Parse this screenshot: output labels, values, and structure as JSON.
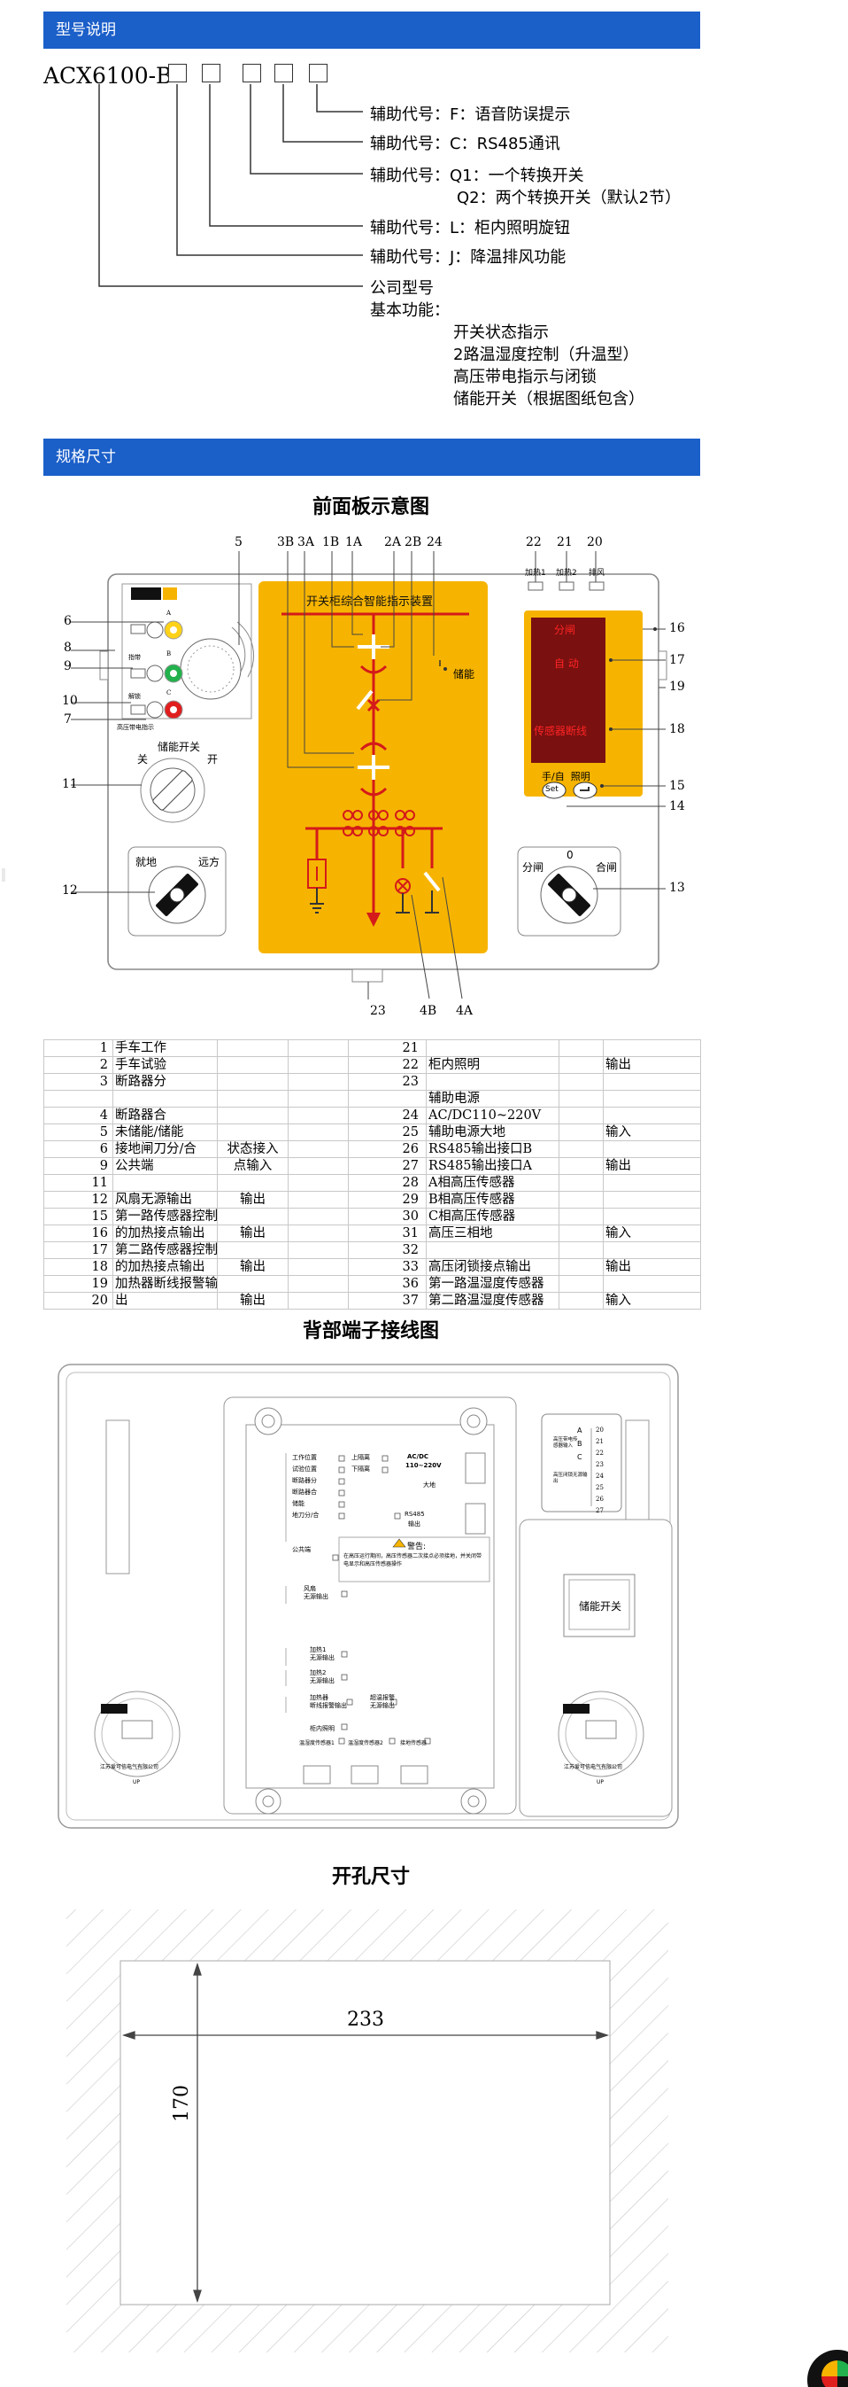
{
  "section1": {
    "title": "型号说明"
  },
  "model": {
    "prefix": "ACX6100-B",
    "lines": [
      {
        "text": "辅助代号：F：语音防误提示"
      },
      {
        "text": "辅助代号：C：RS485通讯"
      },
      {
        "text": "辅助代号：Q1：一个转换开关"
      },
      {
        "text": "Q2：两个转换开关（默认2节）"
      },
      {
        "text": "辅助代号：L：柜内照明旋钮"
      },
      {
        "text": "辅助代号：J：降温排风功能"
      },
      {
        "text": "公司型号"
      },
      {
        "text": "基本功能："
      },
      {
        "text": "开关状态指示"
      },
      {
        "text": "2路温湿度控制（升温型）"
      },
      {
        "text": "高压带电指示与闭锁"
      },
      {
        "text": "储能开关（根据图纸包含）"
      }
    ]
  },
  "section2": {
    "title": "规格尺寸"
  },
  "front": {
    "title": "前面板示意图",
    "callouts": {
      "c5": "5",
      "c3B": "3B",
      "c3A": "3A",
      "c1B": "1B",
      "c1A": "1A",
      "c2A": "2A",
      "c2B": "2B",
      "c24": "24",
      "c22": "22",
      "c21": "21",
      "c20": "20",
      "c6": "6",
      "c8": "8",
      "c9": "9",
      "c10": "10",
      "c7": "7",
      "c11": "11",
      "c12": "12",
      "c16": "16",
      "c17": "17",
      "c19": "19",
      "c18": "18",
      "c15": "15",
      "c14": "14",
      "c13": "13",
      "c23": "23",
      "c4B": "4B",
      "c4A": "4A"
    },
    "panel_title": "开关柜综合智能指示装置",
    "store_label": "储能",
    "heat1": "加热1",
    "heat2": "加热2",
    "fan": "排风",
    "disp_on": "分闸",
    "disp_local": "自 动",
    "disp_sensor": "传感器断线",
    "mode_label": "手/自  照明",
    "btn_set": "Set",
    "knob1_title": "储能开关",
    "knob1_left": "关",
    "knob1_right": "开",
    "knob2_left": "就地",
    "knob2_right": "远方",
    "knob3_left": "分闸",
    "knob3_mid": "0",
    "knob3_right": "合闸",
    "ind_a": "A",
    "ind_b": "B",
    "ind_c": "C",
    "ind_lbl1": "指带",
    "ind_lbl2": "解锁",
    "hv_lbl": "高压带电指示"
  },
  "terminals": {
    "rows": [
      [
        "1",
        "手车工作",
        "",
        "",
        "21",
        "",
        "",
        ""
      ],
      [
        "2",
        "手车试验",
        "",
        "",
        "22",
        "柜内照明",
        "",
        "输出"
      ],
      [
        "3",
        "断路器分",
        "",
        "",
        "23",
        "",
        "",
        ""
      ],
      [
        "",
        "",
        "",
        "",
        "",
        "辅助电源",
        "",
        ""
      ],
      [
        "4",
        "断路器合",
        "",
        "",
        "24",
        "AC/DC110~220V",
        "",
        ""
      ],
      [
        "5",
        "未储能/储能",
        "",
        "",
        "25",
        "辅助电源大地",
        "",
        "输入"
      ],
      [
        "6",
        "接地闸刀分/合",
        "状态接入",
        "",
        "26",
        "RS485输出接口B",
        "",
        ""
      ],
      [
        "9",
        "公共端",
        "点输入",
        "",
        "27",
        "RS485输出接口A",
        "",
        "输出"
      ],
      [
        "11",
        "",
        "",
        "",
        "28",
        "A相高压传感器",
        "",
        ""
      ],
      [
        "12",
        "风扇无源输出",
        "输出",
        "",
        "29",
        "B相高压传感器",
        "",
        ""
      ],
      [
        "15",
        "第一路传感器控制",
        "",
        "",
        "30",
        "C相高压传感器",
        "",
        ""
      ],
      [
        "16",
        "的加热接点输出",
        "输出",
        "",
        "31",
        "高压三相地",
        "",
        "输入"
      ],
      [
        "17",
        "第二路传感器控制",
        "",
        "",
        "32",
        "",
        "",
        ""
      ],
      [
        "18",
        "的加热接点输出",
        "输出",
        "",
        "33",
        "高压闭锁接点输出",
        "",
        "输出"
      ],
      [
        "19",
        "加热器断线报警输",
        "",
        "",
        "36",
        "第一路温湿度传感器",
        "",
        ""
      ],
      [
        "20",
        "出",
        "输出",
        "",
        "37",
        "第二路温湿度传感器",
        "",
        "输入"
      ]
    ]
  },
  "rear": {
    "title": "背部端子接线图",
    "left_lines": [
      "工作位置",
      "试验位置",
      "断路器分",
      "断路器合",
      "储能",
      "地刀分/合",
      "",
      "",
      "公共端"
    ],
    "top_right": [
      "上隔离",
      "下隔离"
    ],
    "acdc": "AC/DC",
    "acdc2": "110~220V",
    "earth": "大地",
    "rs485": "RS485",
    "rs485out": "输出",
    "warn_title": "警告:",
    "warn_text": "在高压运行期间，高压传感器二次接点必须接地，并关闭带电显示和高压传感器操作",
    "fan_out": "风扇\n无源输出",
    "heat1_out": "加热1\n无源输出",
    "heat2_out": "加热2\n无源输出",
    "heat_break": "加热器\n断线报警输出",
    "temp_alarm": "超温报警\n无源输出",
    "cab_light": "柜内照明",
    "bottom": [
      "温湿度传感器1",
      "温湿度传感器2",
      "接地传感器"
    ],
    "store_switch": "储能开关",
    "company": "江苏爱可信电气有限公司",
    "up": "UP",
    "right_labels": [
      "A",
      "B",
      "C",
      "高压带电传感器输入",
      "高压闭锁无源输出"
    ],
    "nums_right": [
      "20",
      "21",
      "22",
      "23",
      "24",
      "25",
      "26",
      "27"
    ]
  },
  "cut": {
    "title": "开孔尺寸",
    "width": "233",
    "height": "170"
  },
  "colors": {
    "blue": "#1b5fc9",
    "amber": "#f6b400",
    "red": "#e01e1e"
  }
}
